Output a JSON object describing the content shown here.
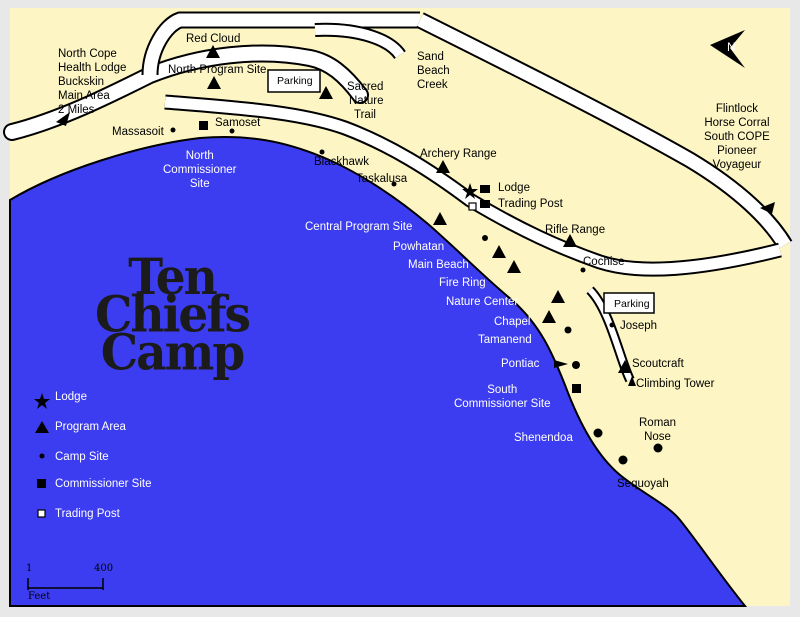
{
  "title": {
    "line1": "Ten",
    "line2": "Chiefs",
    "line3": "Camp"
  },
  "colors": {
    "water": "#3c3cf0",
    "land": "#fdf6c4",
    "road": "#ffffff",
    "outline": "#000000",
    "frame": "#e8e8e8"
  },
  "labels": {
    "north_cope": [
      "North Cope",
      "Health Lodge",
      "Buckskin",
      "Main Area",
      "2 Miles"
    ],
    "red_cloud": "Red Cloud",
    "north_program_site": "North Program Site",
    "parking_north": "Parking",
    "sacred_nature_trail": [
      "Sacred",
      "Nature",
      "Trail"
    ],
    "sand_beach_creek": [
      "Sand",
      "Beach",
      "Creek"
    ],
    "flintlock": [
      "Flintlock",
      "Horse Corral",
      "South COPE",
      "Pioneer",
      "Voyageur"
    ],
    "massasoit": "Massasoit",
    "samoset": "Samoset",
    "north_commissioner_site": [
      "North",
      "Commissioner",
      "Site"
    ],
    "blackhawk": "Blackhawk",
    "archery_range": "Archery Range",
    "taskalusa": "Taskalusa",
    "lodge": "Lodge",
    "trading_post": "Trading Post",
    "central_program_site": "Central Program Site",
    "rifle_range": "Rifle Range",
    "powhatan": "Powhatan",
    "main_beach": "Main Beach",
    "cochise": "Cochise",
    "fire_ring": "Fire Ring",
    "nature_center": "Nature Center",
    "parking_south": "Parking",
    "chapel": "Chapel",
    "joseph": "Joseph",
    "tamanend": "Tamanend",
    "pontiac": "Pontiac",
    "scoutcraft": "Scoutcraft",
    "climbing_tower": "Climbing Tower",
    "south_commissioner_site": [
      "South",
      "Commissioner Site"
    ],
    "roman_nose": [
      "Roman",
      "Nose"
    ],
    "shenendoa": "Shenendoa",
    "sequoyah": "Sequoyah"
  },
  "legend": [
    {
      "symbol": "star-icon",
      "label": "Lodge"
    },
    {
      "symbol": "triangle-icon",
      "label": "Program Area"
    },
    {
      "symbol": "dot-icon",
      "label": "Camp Site"
    },
    {
      "symbol": "square-icon",
      "label": "Commissioner Site"
    },
    {
      "symbol": "hollow-square-icon",
      "label": "Trading Post"
    }
  ],
  "scale": {
    "start": "1",
    "end": "400",
    "unit": "Feet"
  },
  "north_arrow": {
    "label": "N"
  }
}
